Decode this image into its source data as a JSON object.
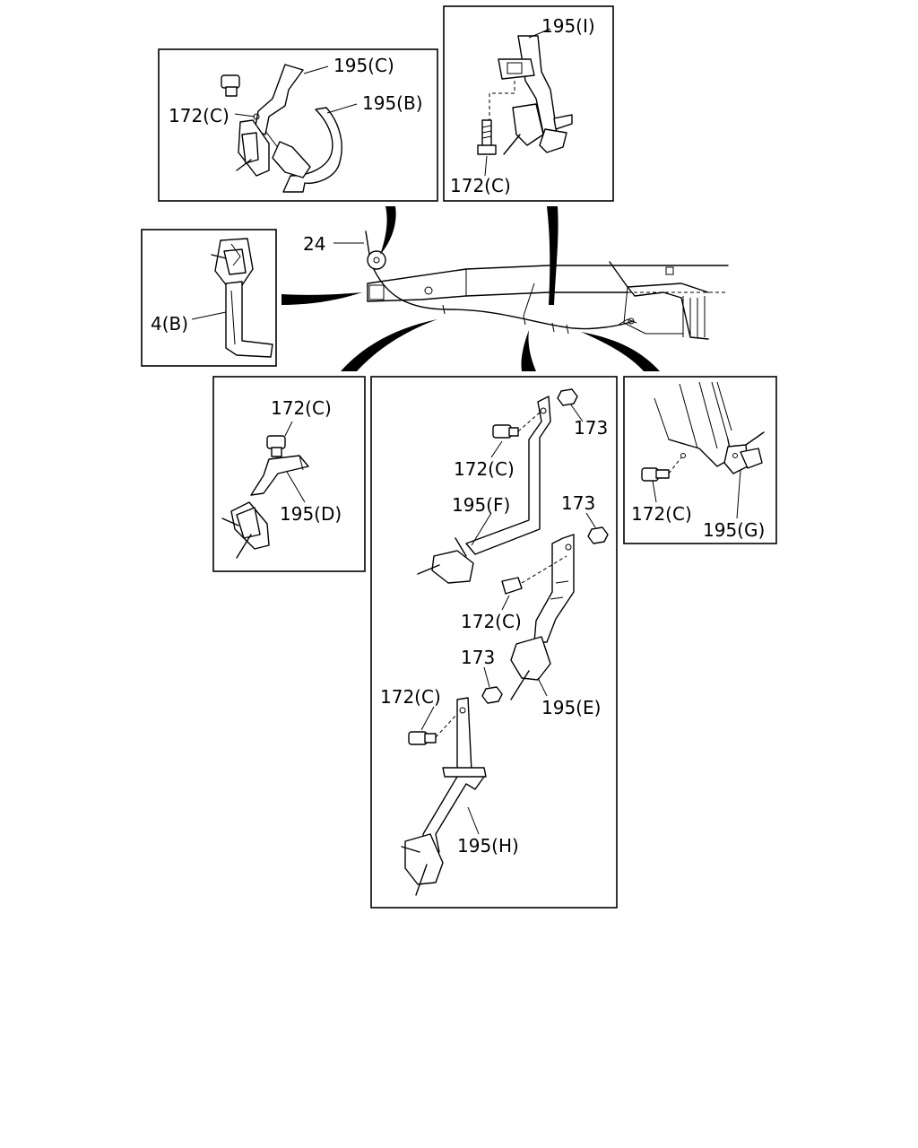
{
  "callouts": {
    "c1": "195(C)",
    "c2": "172(C)",
    "c3": "195(B)",
    "c4": "195(I)",
    "c5": "172(C)",
    "c6": "24",
    "c7": "4(B)",
    "c8": "172(C)",
    "c9": "195(D)",
    "c10": "172(C)",
    "c11": "173",
    "c12": "195(F)",
    "c13": "173",
    "c14": "172(C)",
    "c15": "173",
    "c16": "172(C)",
    "c17": "195(E)",
    "c18": "195(H)",
    "c19": "172(C)",
    "c20": "195(G)"
  }
}
